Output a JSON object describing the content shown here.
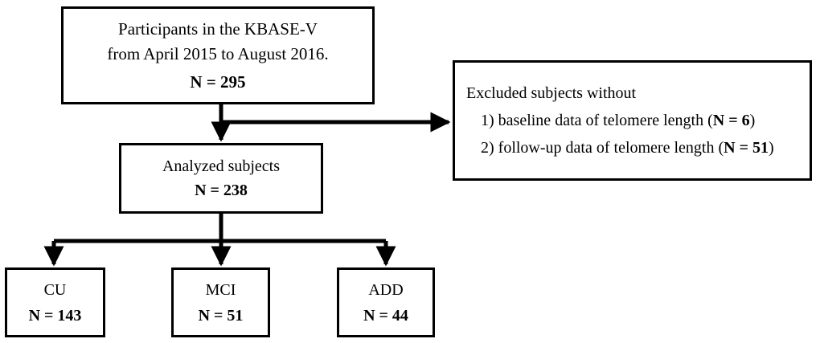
{
  "figure": {
    "type": "flow-diagram",
    "title": "Study participant flow diagram",
    "stroke_color": "#000000",
    "background_color": "#ffffff"
  },
  "nodes": {
    "participants": {
      "line1": "Participants in the KBASE-V",
      "line2": "from April 2015 to August 2016.",
      "count_label": "N =  295",
      "n_value": 295
    },
    "excluded": {
      "heading": "Excluded subjects without",
      "item1": "1) baseline data of telomere length (N = 6)",
      "item2": "2) follow-up data of telomere length (N = 51)",
      "item1_n": 6,
      "item2_n": 51
    },
    "analyzed": {
      "label": "Analyzed subjects",
      "count_label": "N =  238",
      "n_value": 238
    },
    "cu": {
      "label": "CU",
      "count_label": "N =  143",
      "n_value": 143
    },
    "mci": {
      "label": "MCI",
      "count_label": "N =  51",
      "n_value": 51
    },
    "add": {
      "label": "ADD",
      "count_label": "N =  44",
      "n_value": 44
    }
  },
  "edges": [
    {
      "name": "participants-to-analyzed",
      "from": "participants",
      "to": "analyzed",
      "arrow": true
    },
    {
      "name": "participants-to-excluded",
      "from": "participants",
      "to": "excluded",
      "arrow": true
    },
    {
      "name": "analyzed-to-cu",
      "from": "analyzed",
      "to": "cu",
      "arrow": true
    },
    {
      "name": "analyzed-to-mci",
      "from": "analyzed",
      "to": "mci",
      "arrow": true
    },
    {
      "name": "analyzed-to-add",
      "from": "analyzed",
      "to": "add",
      "arrow": true
    }
  ]
}
